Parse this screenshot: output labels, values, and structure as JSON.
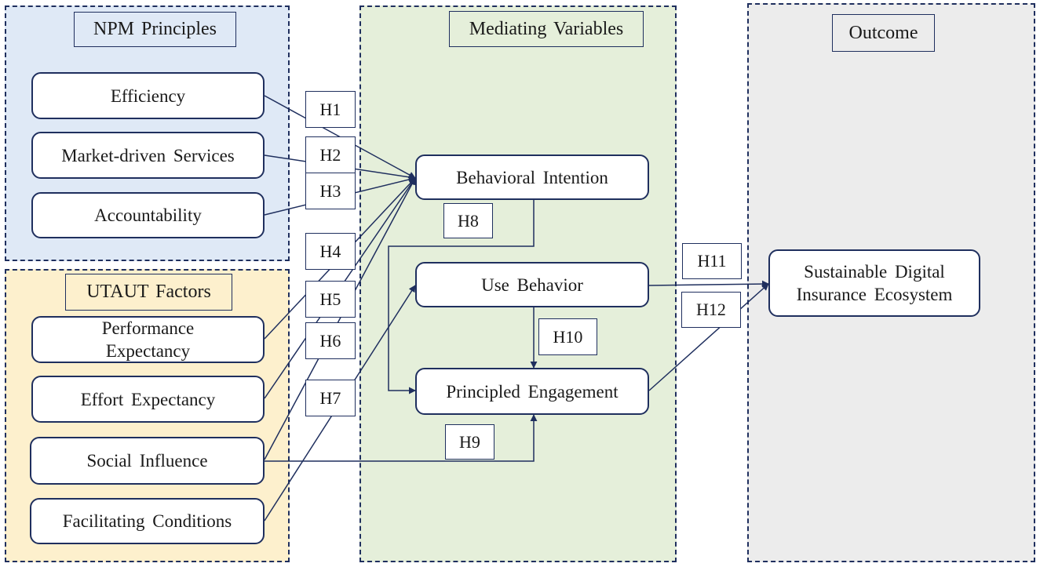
{
  "groups": {
    "npm": "NPM Principles",
    "utaut": "UTAUT Factors",
    "mediating": "Mediating Variables",
    "outcome": "Outcome"
  },
  "nodes": {
    "efficiency": "Efficiency",
    "market": "Market-driven Services",
    "accountability": "Accountability",
    "performance_line1": "Performance",
    "performance_line2": "Expectancy",
    "effort": "Effort Expectancy",
    "social": "Social Influence",
    "facilitating": "Facilitating Conditions",
    "intention": "Behavioral Intention",
    "use": "Use Behavior",
    "engagement": "Principled Engagement",
    "ecosystem_line1": "Sustainable Digital",
    "ecosystem_line2": "Insurance Ecosystem"
  },
  "hypotheses": {
    "h1": "H1",
    "h2": "H2",
    "h3": "H3",
    "h4": "H4",
    "h5": "H5",
    "h6": "H6",
    "h7": "H7",
    "h8": "H8",
    "h9": "H9",
    "h10": "H10",
    "h11": "H11",
    "h12": "H12"
  },
  "colors": {
    "line": "#1f2f5e",
    "npm_fill": "#dfe9f6",
    "utaut_fill": "#fdf0cd",
    "mediating_fill": "#e5efda",
    "outcome_fill": "#ececec"
  }
}
